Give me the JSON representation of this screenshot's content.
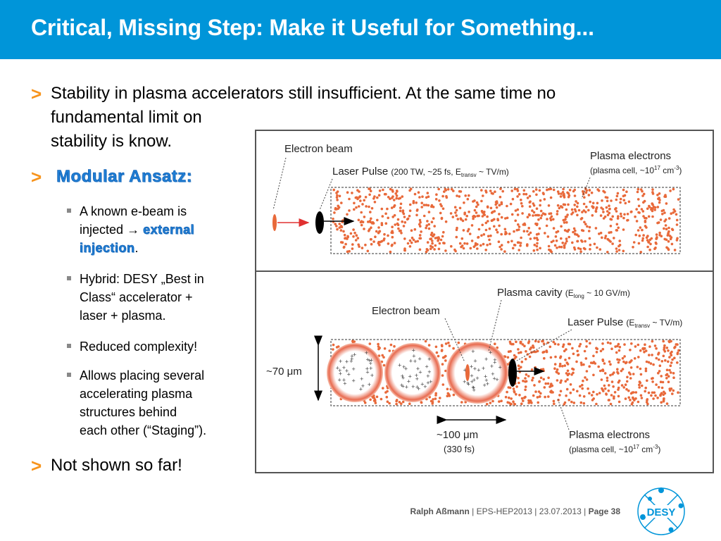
{
  "title": "Critical, Missing Step: Make it Useful for Something...",
  "bullets": {
    "marker": ">",
    "b1_line1": "Stability in plasma accelerators still insufficient. At the same time no",
    "b1_line2": "fundamental limit on",
    "b1_line3": "stability is know.",
    "b2_heading": "Modular Ansatz:",
    "sub1_a": "A known e-beam is",
    "sub1_b": "injected",
    "sub1_arrow": "→",
    "sub1_link1": "external",
    "sub1_link2": "injection",
    "sub1_period": ".",
    "sub2": [
      "Hybrid: DESY „Best in",
      "Class“ accelerator +",
      "laser + plasma."
    ],
    "sub3": "Reduced complexity!",
    "sub4": [
      "Allows placing several",
      "accelerating plasma",
      "structures behind",
      "each other (“Staging”)."
    ],
    "b3": "Not shown so far!"
  },
  "figure": {
    "top": {
      "electron_beam": "Electron beam",
      "laser_pulse": "Laser Pulse",
      "laser_pulse_detail": "(200 TW, ~25 fs, E",
      "laser_sub": "transv",
      "laser_tail": " ~  TV/m)",
      "plasma_electrons": "Plasma electrons",
      "plasma_cell": "(plasma cell, ~10",
      "plasma_exp": "17",
      "plasma_unit": " cm",
      "plasma_unit_exp": "-3",
      "plasma_close": ")"
    },
    "bottom": {
      "plasma_cavity": "Plasma cavity",
      "cavity_detail": "(E",
      "cavity_sub": "long",
      "cavity_tail": " ~  10 GV/m)",
      "electron_beam": "Electron beam",
      "laser_pulse": "Laser Pulse",
      "laser_detail": "(E",
      "laser_sub": "transv",
      "laser_tail": " ~  TV/m)",
      "size_70": "~70 μm",
      "size_100": "~100 μm",
      "size_330": "(330 fs)",
      "plasma_electrons": "Plasma electrons",
      "plasma_cell": "(plasma cell, ~10",
      "plasma_exp": "17",
      "plasma_unit": " cm",
      "plasma_unit_exp": "-3",
      "plasma_close": ")"
    }
  },
  "footer": {
    "author": "Ralph Aßmann",
    "sep": "  |  ",
    "event": "EPS-HEP2013",
    "date": "23.07.2013",
    "page": "Page 38"
  },
  "logo": {
    "text": "DESY",
    "color": "#0095d9"
  },
  "colors": {
    "brand": "#0095d9",
    "bullet": "#f7941d",
    "highlight": "#1f7fd6",
    "plasma": "#e8693a",
    "arrow": "#e03030"
  }
}
